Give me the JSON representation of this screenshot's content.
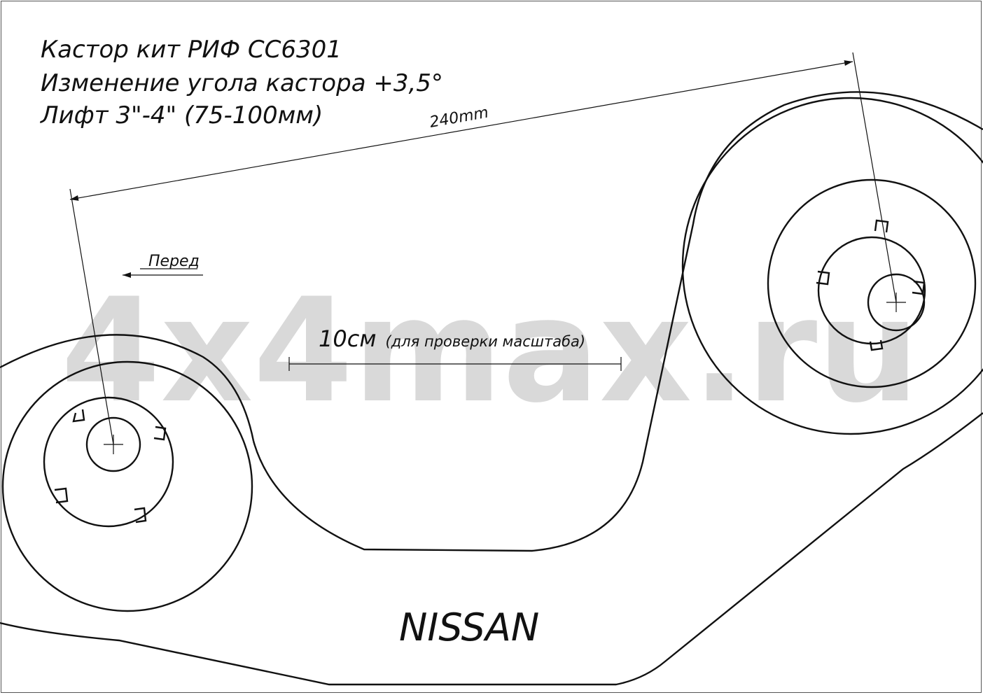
{
  "title": {
    "line1": "Кастор кит РИФ CC6301",
    "line2": "Изменение угола кастора +3,5°",
    "line3": "Лифт 3\"-4\" (75-100мм)"
  },
  "dimension": {
    "label": "240mm"
  },
  "front_label": "Перед",
  "scale_bar": {
    "main": "10см",
    "note": "(для проверки масштаба)"
  },
  "brand": "NISSAN",
  "watermark": "4x4max.ru",
  "colors": {
    "line": "#111111",
    "watermark": "#d9d9d9",
    "background": "#ffffff"
  }
}
